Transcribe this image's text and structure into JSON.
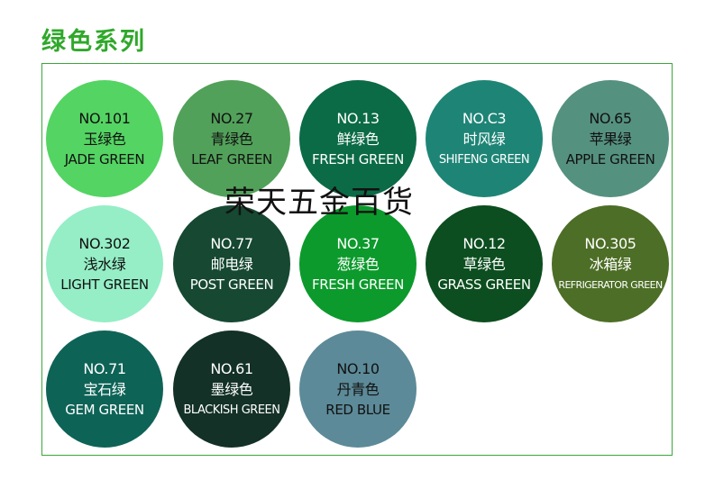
{
  "title": "绿色系列",
  "watermark": "荣天五金百货",
  "colors": {
    "title": "#2fa82a",
    "border": "#3aa83a"
  },
  "swatches": [
    {
      "code": "NO.101",
      "cn": "玉绿色",
      "en": "JADE GREEN",
      "fill": "#54d463",
      "text": "#111111"
    },
    {
      "code": "NO.27",
      "cn": "青绿色",
      "en": "LEAF GREEN",
      "fill": "#52a15a",
      "text": "#111111"
    },
    {
      "code": "NO.13",
      "cn": "鲜绿色",
      "en": "FRESH GREEN",
      "fill": "#0b6b46",
      "text": "#ffffff"
    },
    {
      "code": "NO.C3",
      "cn": "时风绿",
      "en": "SHIFENG GREEN",
      "fill": "#1e8576",
      "text": "#ffffff"
    },
    {
      "code": "NO.65",
      "cn": "苹果绿",
      "en": "APPLE GREEN",
      "fill": "#55917f",
      "text": "#111111"
    },
    {
      "code": "NO.302",
      "cn": "浅水绿",
      "en": "LIGHT GREEN",
      "fill": "#95eec6",
      "text": "#111111"
    },
    {
      "code": "NO.77",
      "cn": "邮电绿",
      "en": "POST GREEN",
      "fill": "#164832",
      "text": "#ffffff"
    },
    {
      "code": "NO.37",
      "cn": "葱绿色",
      "en": "FRESH GREEN",
      "fill": "#0c9a2c",
      "text": "#ffffff"
    },
    {
      "code": "NO.12",
      "cn": "草绿色",
      "en": "GRASS GREEN",
      "fill": "#0c4e1f",
      "text": "#ffffff"
    },
    {
      "code": "NO.305",
      "cn": "冰箱绿",
      "en": "REFRIGERATOR GREEN",
      "fill": "#4d6e26",
      "text": "#ffffff"
    },
    {
      "code": "NO.71",
      "cn": "宝石绿",
      "en": "GEM GREEN",
      "fill": "#0e6357",
      "text": "#ffffff"
    },
    {
      "code": "NO.61",
      "cn": "墨绿色",
      "en": "BLACKISH GREEN",
      "fill": "#133126",
      "text": "#ffffff"
    },
    {
      "code": "NO.10",
      "cn": "丹青色",
      "en": "RED BLUE",
      "fill": "#5c8a98",
      "text": "#111111"
    }
  ]
}
